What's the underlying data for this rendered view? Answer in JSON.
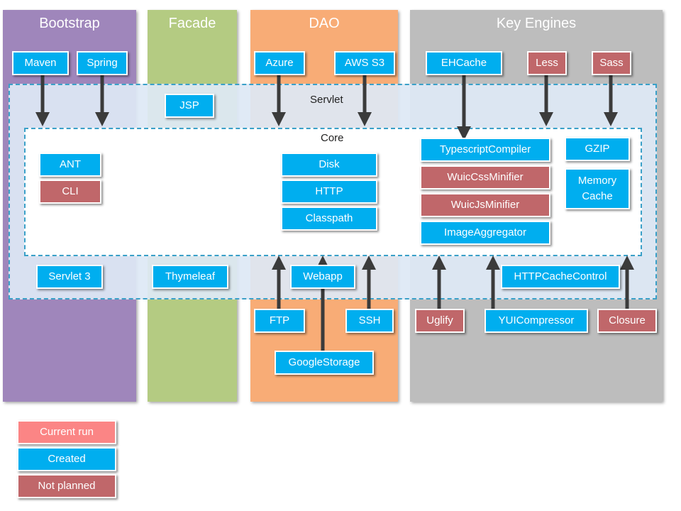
{
  "columns": {
    "bootstrap": "Bootstrap",
    "facade": "Facade",
    "dao": "DAO",
    "engines": "Key Engines"
  },
  "zones": {
    "servlet": "Servlet",
    "core": "Core"
  },
  "modules": {
    "maven": "Maven",
    "spring": "Spring",
    "azure": "Azure",
    "aws_s3": "AWS S3",
    "ehcache": "EHCache",
    "less": "Less",
    "sass": "Sass",
    "jsp": "JSP",
    "ant": "ANT",
    "cli": "CLI",
    "disk": "Disk",
    "http": "HTTP",
    "classpath": "Classpath",
    "typescript_compiler": "TypescriptCompiler",
    "wuic_css_minifier": "WuicCssMinifier",
    "wuic_js_minifier": "WuicJsMinifier",
    "image_aggregator": "ImageAggregator",
    "gzip": "GZIP",
    "memory_cache": "Memory Cache",
    "servlet3": "Servlet 3",
    "thymeleaf": "Thymeleaf",
    "webapp": "Webapp",
    "http_cache_control": "HTTPCacheControl",
    "ftp": "FTP",
    "ssh": "SSH",
    "uglify": "Uglify",
    "yui_compressor": "YUICompressor",
    "closure": "Closure",
    "google_storage": "GoogleStorage"
  },
  "legend": {
    "current": "Current run",
    "created": "Created",
    "not_planned": "Not planned"
  },
  "colors": {
    "created": "#00aeef",
    "not_planned": "#c0676a",
    "current_run": "#fb8585",
    "bootstrap": "#9f86bb",
    "facade": "#b4cb82",
    "dao": "#f8ac76",
    "engines": "#bdbdbd",
    "arrow": "#3b3b3b"
  }
}
